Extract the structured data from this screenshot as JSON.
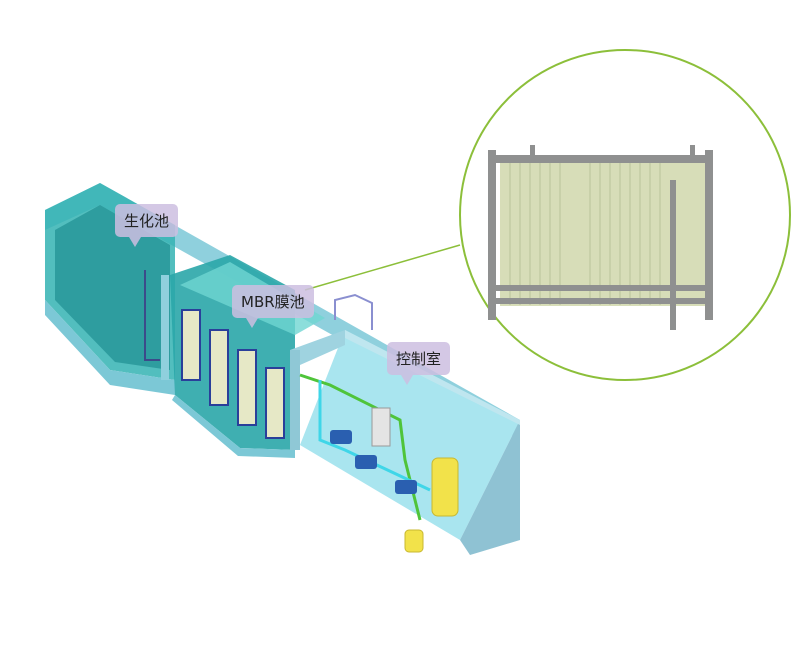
{
  "labels": {
    "bio_tank": "生化池",
    "mbr_tank": "MBR膜池",
    "control_room": "控制室"
  },
  "colors": {
    "callout_circle": "#8cbf3a",
    "water": "#3fc1c0",
    "tank_wall": "#9fd3e0",
    "callout_bubble": "#d3c6e6"
  }
}
